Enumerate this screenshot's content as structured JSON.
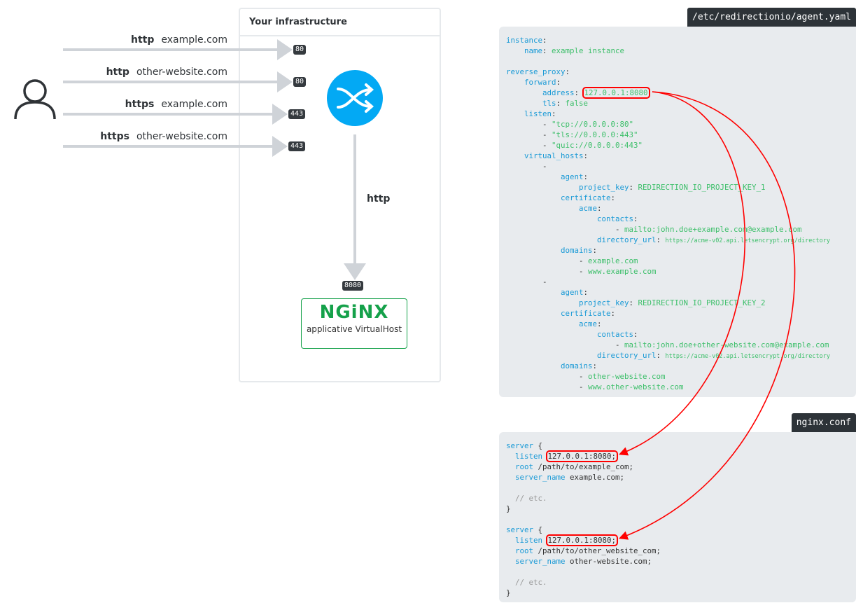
{
  "user_icon": "user-icon",
  "requests": [
    {
      "protocol": "http",
      "domain": "example.com",
      "port": "80"
    },
    {
      "protocol": "http",
      "domain": "other-website.com",
      "port": "80"
    },
    {
      "protocol": "https",
      "domain": "example.com",
      "port": "443"
    },
    {
      "protocol": "https",
      "domain": "other-website.com",
      "port": "443"
    }
  ],
  "infrastructure": {
    "title": "Your infrastructure",
    "proxy_icon": "shuffle-icon",
    "forward_protocol": "http",
    "backend_port": "8080",
    "backend_logo": "NGiNX",
    "backend_label": "applicative VirtualHost"
  },
  "agent_config": {
    "filename": "/etc/redirectionio/agent.yaml",
    "lines": [
      {
        "i": "",
        "k": "instance",
        "v": ""
      },
      {
        "i": "    ",
        "k": "name",
        "v": "example instance"
      },
      {
        "i": "",
        "k": "",
        "v": ""
      },
      {
        "i": "",
        "k": "reverse_proxy",
        "v": ""
      },
      {
        "i": "    ",
        "k": "forward",
        "v": ""
      },
      {
        "i": "        ",
        "k": "address",
        "v": "127.0.0.1:8080",
        "hl": true
      },
      {
        "i": "        ",
        "k": "tls",
        "v": "false"
      },
      {
        "i": "    ",
        "k": "listen",
        "v": ""
      },
      {
        "i": "        ",
        "d": "- ",
        "v": "\"tcp://0.0.0.0:80\""
      },
      {
        "i": "        ",
        "d": "- ",
        "v": "\"tls://0.0.0.0:443\""
      },
      {
        "i": "        ",
        "d": "- ",
        "v": "\"quic://0.0.0.0:443\""
      },
      {
        "i": "    ",
        "k": "virtual_hosts",
        "v": ""
      },
      {
        "i": "        ",
        "d": "-",
        "v": ""
      },
      {
        "i": "            ",
        "k": "agent",
        "v": ""
      },
      {
        "i": "                ",
        "k": "project_key",
        "v": "REDIRECTION_IO_PROJECT_KEY_1"
      },
      {
        "i": "            ",
        "k": "certificate",
        "v": ""
      },
      {
        "i": "                ",
        "k": "acme",
        "v": ""
      },
      {
        "i": "                    ",
        "k": "contacts",
        "v": ""
      },
      {
        "i": "                        ",
        "d": "- ",
        "v": "mailto:john.doe+example.com@example.com"
      },
      {
        "i": "                    ",
        "k": "directory_url",
        "v": "https://acme-v02.api.letsencrypt.org/directory",
        "small": true
      },
      {
        "i": "            ",
        "k": "domains",
        "v": ""
      },
      {
        "i": "                ",
        "d": "- ",
        "v": "example.com"
      },
      {
        "i": "                ",
        "d": "- ",
        "v": "www.example.com"
      },
      {
        "i": "        ",
        "d": "-",
        "v": ""
      },
      {
        "i": "            ",
        "k": "agent",
        "v": ""
      },
      {
        "i": "                ",
        "k": "project_key",
        "v": "REDIRECTION_IO_PROJECT_KEY_2"
      },
      {
        "i": "            ",
        "k": "certificate",
        "v": ""
      },
      {
        "i": "                ",
        "k": "acme",
        "v": ""
      },
      {
        "i": "                    ",
        "k": "contacts",
        "v": ""
      },
      {
        "i": "                        ",
        "d": "- ",
        "v": "mailto:john.doe+other-website.com@example.com"
      },
      {
        "i": "                    ",
        "k": "directory_url",
        "v": "https://acme-v02.api.letsencrypt.org/directory",
        "small": true
      },
      {
        "i": "            ",
        "k": "domains",
        "v": ""
      },
      {
        "i": "                ",
        "d": "- ",
        "v": "other-website.com"
      },
      {
        "i": "                ",
        "d": "- ",
        "v": "www.other-website.com"
      }
    ]
  },
  "nginx_config": {
    "filename": "nginx.conf",
    "lines": [
      {
        "i": "",
        "k": "server",
        "v": "{"
      },
      {
        "i": "  ",
        "k": "listen",
        "v": "127.0.0.1:8080;",
        "hl": true
      },
      {
        "i": "  ",
        "k": "root",
        "v": "/path/to/example_com;"
      },
      {
        "i": "  ",
        "k": "server_name",
        "v": "example.com;"
      },
      {
        "i": "",
        "k": "",
        "v": ""
      },
      {
        "i": "  ",
        "c": "// etc."
      },
      {
        "i": "",
        "k": "",
        "v": "}"
      },
      {
        "i": "",
        "k": "",
        "v": ""
      },
      {
        "i": "",
        "k": "server",
        "v": "{"
      },
      {
        "i": "  ",
        "k": "listen",
        "v": "127.0.0.1:8080;",
        "hl": true
      },
      {
        "i": "  ",
        "k": "root",
        "v": "/path/to/other_website_com;"
      },
      {
        "i": "  ",
        "k": "server_name",
        "v": "other-website.com;"
      },
      {
        "i": "",
        "k": "",
        "v": ""
      },
      {
        "i": "  ",
        "c": "// etc."
      },
      {
        "i": "",
        "k": "",
        "v": "}"
      }
    ]
  },
  "colors": {
    "accent": "#03a9f4",
    "nginx": "#15a14a",
    "highlight": "#ff0000",
    "key": "#1a9ad6",
    "value": "#3dbf6a"
  }
}
